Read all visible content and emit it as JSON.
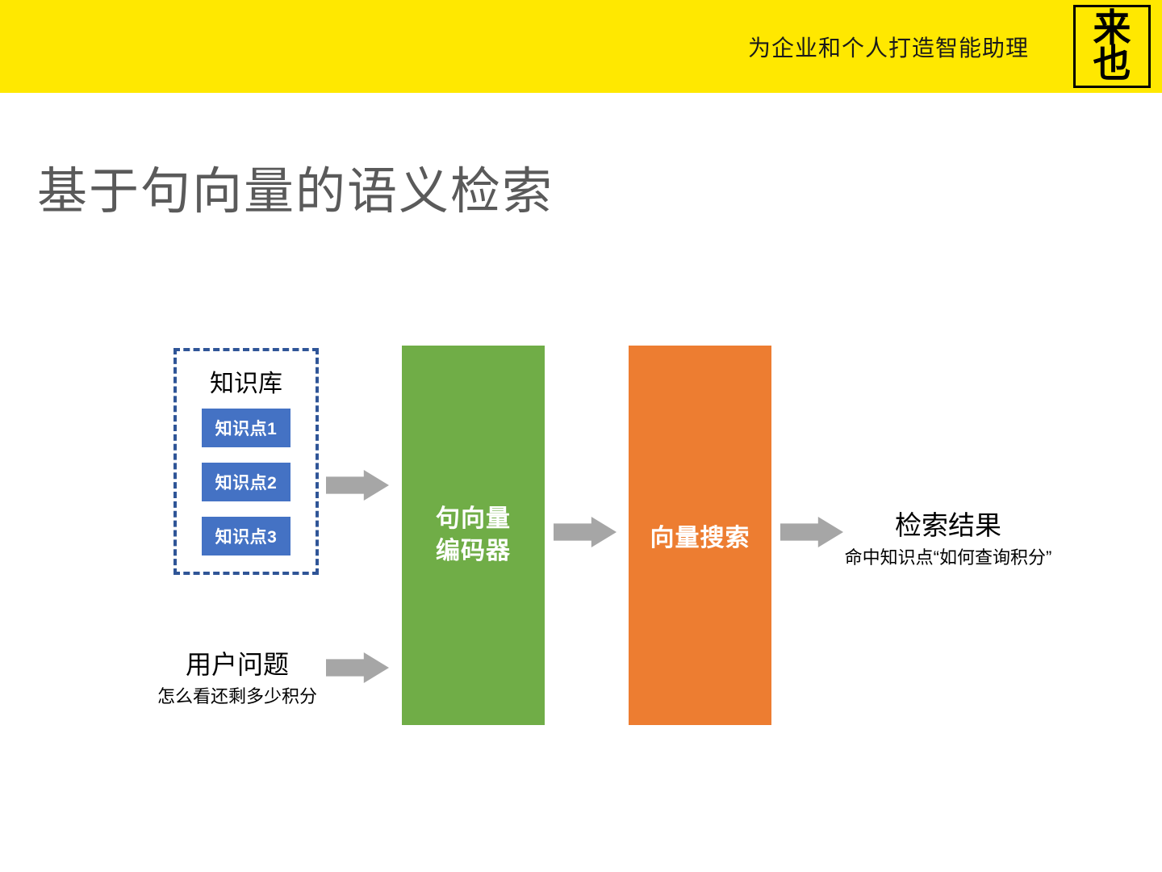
{
  "header": {
    "tagline": "为企业和个人打造智能助理",
    "logo": {
      "char_top": "来",
      "char_bottom": "也"
    },
    "background_color": "#FFE800"
  },
  "title": "基于句向量的语义检索",
  "diagram": {
    "knowledge_base": {
      "label": "知识库",
      "border_color": "#2F5597",
      "items": [
        {
          "label": "知识点1"
        },
        {
          "label": "知识点2"
        },
        {
          "label": "知识点3"
        }
      ],
      "item_color": "#4472C4"
    },
    "encoder": {
      "line1": "句向量",
      "line2": "编码器",
      "color": "#70AD47"
    },
    "vector_search": {
      "label": "向量搜索",
      "color": "#ED7D31"
    },
    "user_question": {
      "title": "用户问题",
      "example": "怎么看还剩多少积分"
    },
    "result": {
      "title": "检索结果",
      "detail": "命中知识点“如何查询积分”"
    },
    "arrow_color": "#A6A6A6"
  }
}
